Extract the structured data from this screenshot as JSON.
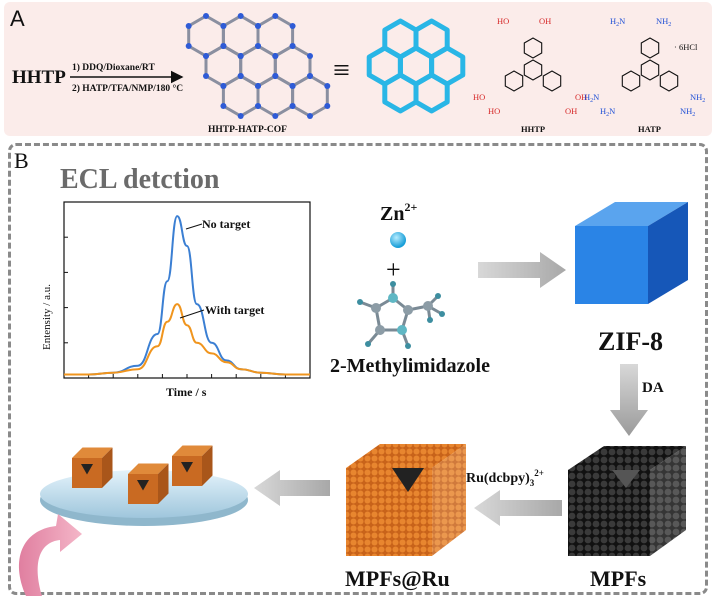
{
  "panel_a": {
    "letter": "A",
    "hhtp_label": "HHTP",
    "step1": "1) DDQ/Dioxane/RT",
    "step2": "2) HATP/TFA/NMP/180 °C",
    "cof_label": "HHTP-HATP-COF",
    "equiv": "≡",
    "hhtp_name": "HHTP",
    "hatp_name": "HATP",
    "hcl": "· 6HCl",
    "oh": "OH",
    "ho": "HO",
    "nh2": "NH",
    "h2n": "H",
    "sub2": "2",
    "n_sym": "N"
  },
  "panel_b": {
    "letter": "B",
    "title": "ECL detction",
    "chart": {
      "ylabel": "Entensity / a.u.",
      "xlabel": "Time / s",
      "annot_no_target": "No target",
      "annot_with_target": "With target"
    },
    "zn_base": "Zn",
    "zn_sup": "2+",
    "plus": "+",
    "methyl": "2-Methylimidazole",
    "zif": "ZIF-8",
    "da": "DA",
    "ru_main": "Ru(dcbpy)",
    "ru_sub": "3",
    "ru_sup": "2+",
    "mpfs_ru": "MPFs@Ru",
    "mpfs": "MPFs"
  },
  "colors": {
    "cof_cyan": "#29b6e6",
    "zif_blue": "#1f6fd6",
    "no_target_line": "#3b7fd3",
    "with_target_line": "#f0951e",
    "orange_cube": "#d9731f",
    "arrow_gray": "#b8b8b8"
  },
  "chart_data": {
    "type": "line",
    "title": "",
    "xlabel": "Time / s",
    "ylabel": "Entensity / a.u.",
    "xlim": [
      0,
      10
    ],
    "ylim": [
      0,
      1
    ],
    "series": [
      {
        "name": "No target",
        "x": [
          0,
          1,
          2,
          3,
          3.8,
          4.2,
          4.6,
          5.0,
          5.4,
          6.0,
          6.6,
          7.2,
          8,
          9,
          10
        ],
        "y": [
          0.02,
          0.02,
          0.03,
          0.07,
          0.25,
          0.55,
          0.92,
          0.75,
          0.42,
          0.2,
          0.1,
          0.05,
          0.03,
          0.02,
          0.02
        ]
      },
      {
        "name": "With target",
        "x": [
          0,
          1,
          2,
          3,
          3.8,
          4.2,
          4.6,
          5.0,
          5.4,
          6.0,
          6.6,
          7.2,
          8,
          9,
          10
        ],
        "y": [
          0.02,
          0.02,
          0.03,
          0.05,
          0.18,
          0.32,
          0.42,
          0.3,
          0.2,
          0.14,
          0.09,
          0.05,
          0.03,
          0.02,
          0.02
        ]
      }
    ]
  }
}
